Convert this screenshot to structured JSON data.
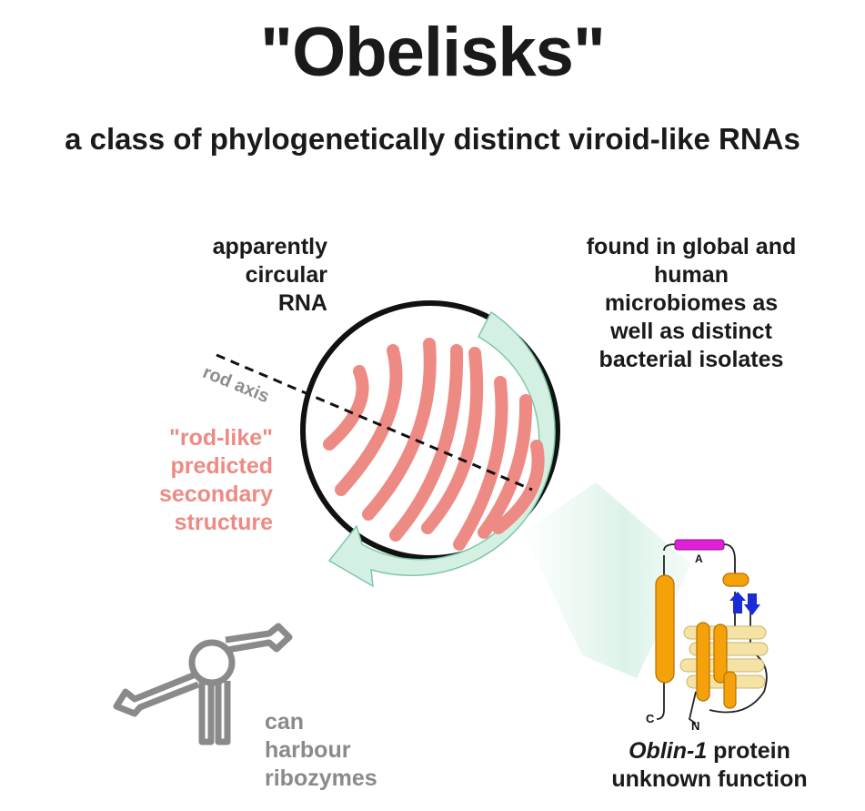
{
  "header": {
    "title": "\"Obelisks\"",
    "subtitle": "a class of phylogenetically distinct viroid-like RNAs"
  },
  "labels": {
    "circular_rna": [
      "apparently",
      "circular",
      "RNA"
    ],
    "found_in": [
      "found in global and",
      "human",
      "microbiomes as",
      "well as distinct",
      "bacterial isolates"
    ],
    "rod_axis": "rod axis",
    "rod_like": [
      "\"rod-like\"",
      "predicted",
      "secondary",
      "structure"
    ],
    "ribozymes": [
      "can",
      "harbour",
      "ribozymes"
    ],
    "oblin_name": "Oblin-1",
    "oblin_suffix": " protein",
    "oblin_function": "unknown function"
  },
  "protein": {
    "helix_label": "A",
    "c_terminus": "C",
    "n_terminus": "N"
  },
  "colors": {
    "text_dark": "#1a1a1a",
    "rod_salmon": "#ee8a84",
    "arrow_mint": "#d4f0e3",
    "arrow_stroke": "#7fc7a8",
    "ribozyme_gray": "#8a8a8a",
    "helix_orange": "#f5a20a",
    "sheet_cream": "#f5e3a6",
    "strand_blue": "#1a2bd8",
    "helix_magenta": "#e020d8"
  }
}
